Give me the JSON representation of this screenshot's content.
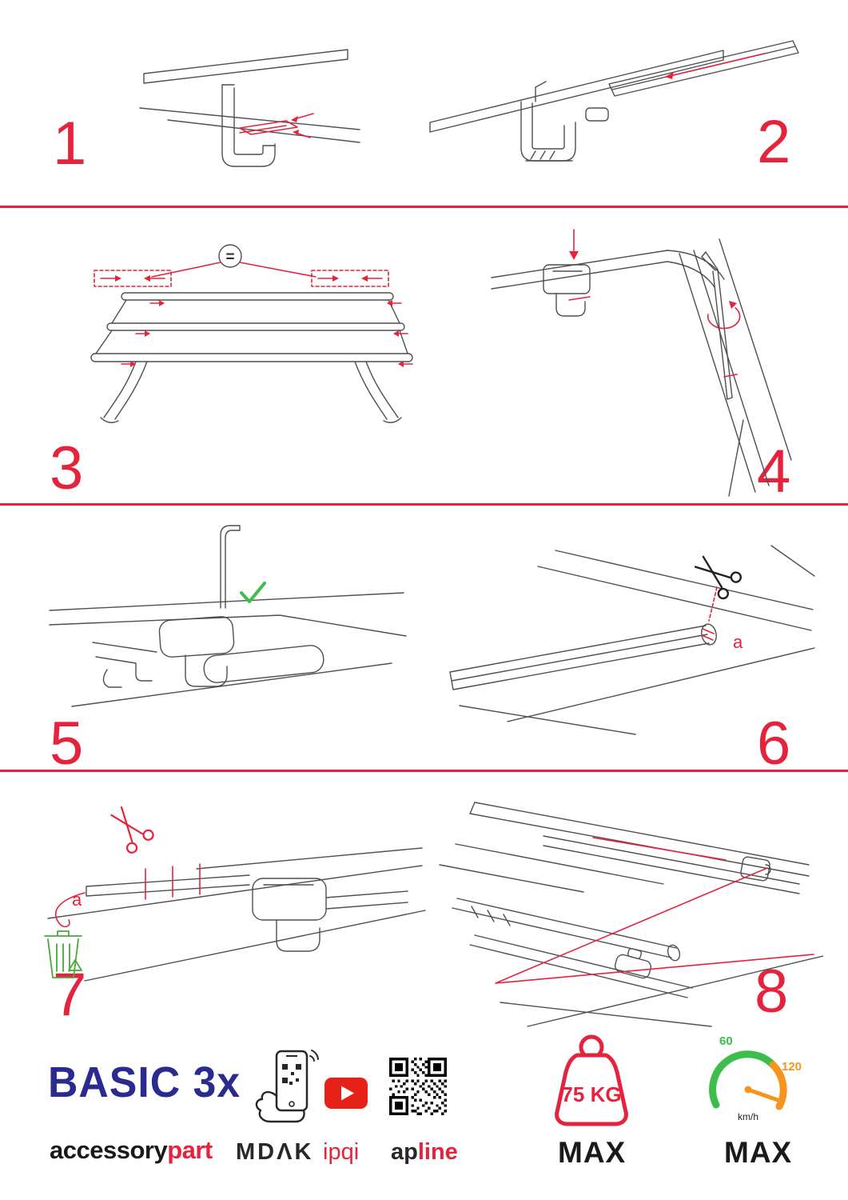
{
  "colors": {
    "accent_red": "#e5233d",
    "line_gray": "#4f4f4f",
    "check_green": "#3dbd4a",
    "recycle_green": "#4aa83c",
    "gauge_orange": "#f7941d",
    "brand_navy": "#2b2b8f",
    "youtube_red": "#e62117"
  },
  "steps": [
    {
      "number": "1"
    },
    {
      "number": "2"
    },
    {
      "number": "3",
      "label": "="
    },
    {
      "number": "4"
    },
    {
      "number": "5"
    },
    {
      "number": "6",
      "label": "a"
    },
    {
      "number": "7",
      "label": "a"
    },
    {
      "number": "8"
    }
  ],
  "footer": {
    "product_name": "BASIC 3x",
    "brand_part1": "accessory",
    "brand_part2": "part",
    "partner_mdak": "MDΛK",
    "partner_ipqi": "ipqi",
    "partner_apline_part1": "ap",
    "partner_apline_part2": "line",
    "weight_limit": "75 KG",
    "weight_max": "MAX",
    "speed_tick_low": "60",
    "speed_tick_high": "120",
    "speed_unit": "km/h",
    "speed_max": "MAX"
  }
}
